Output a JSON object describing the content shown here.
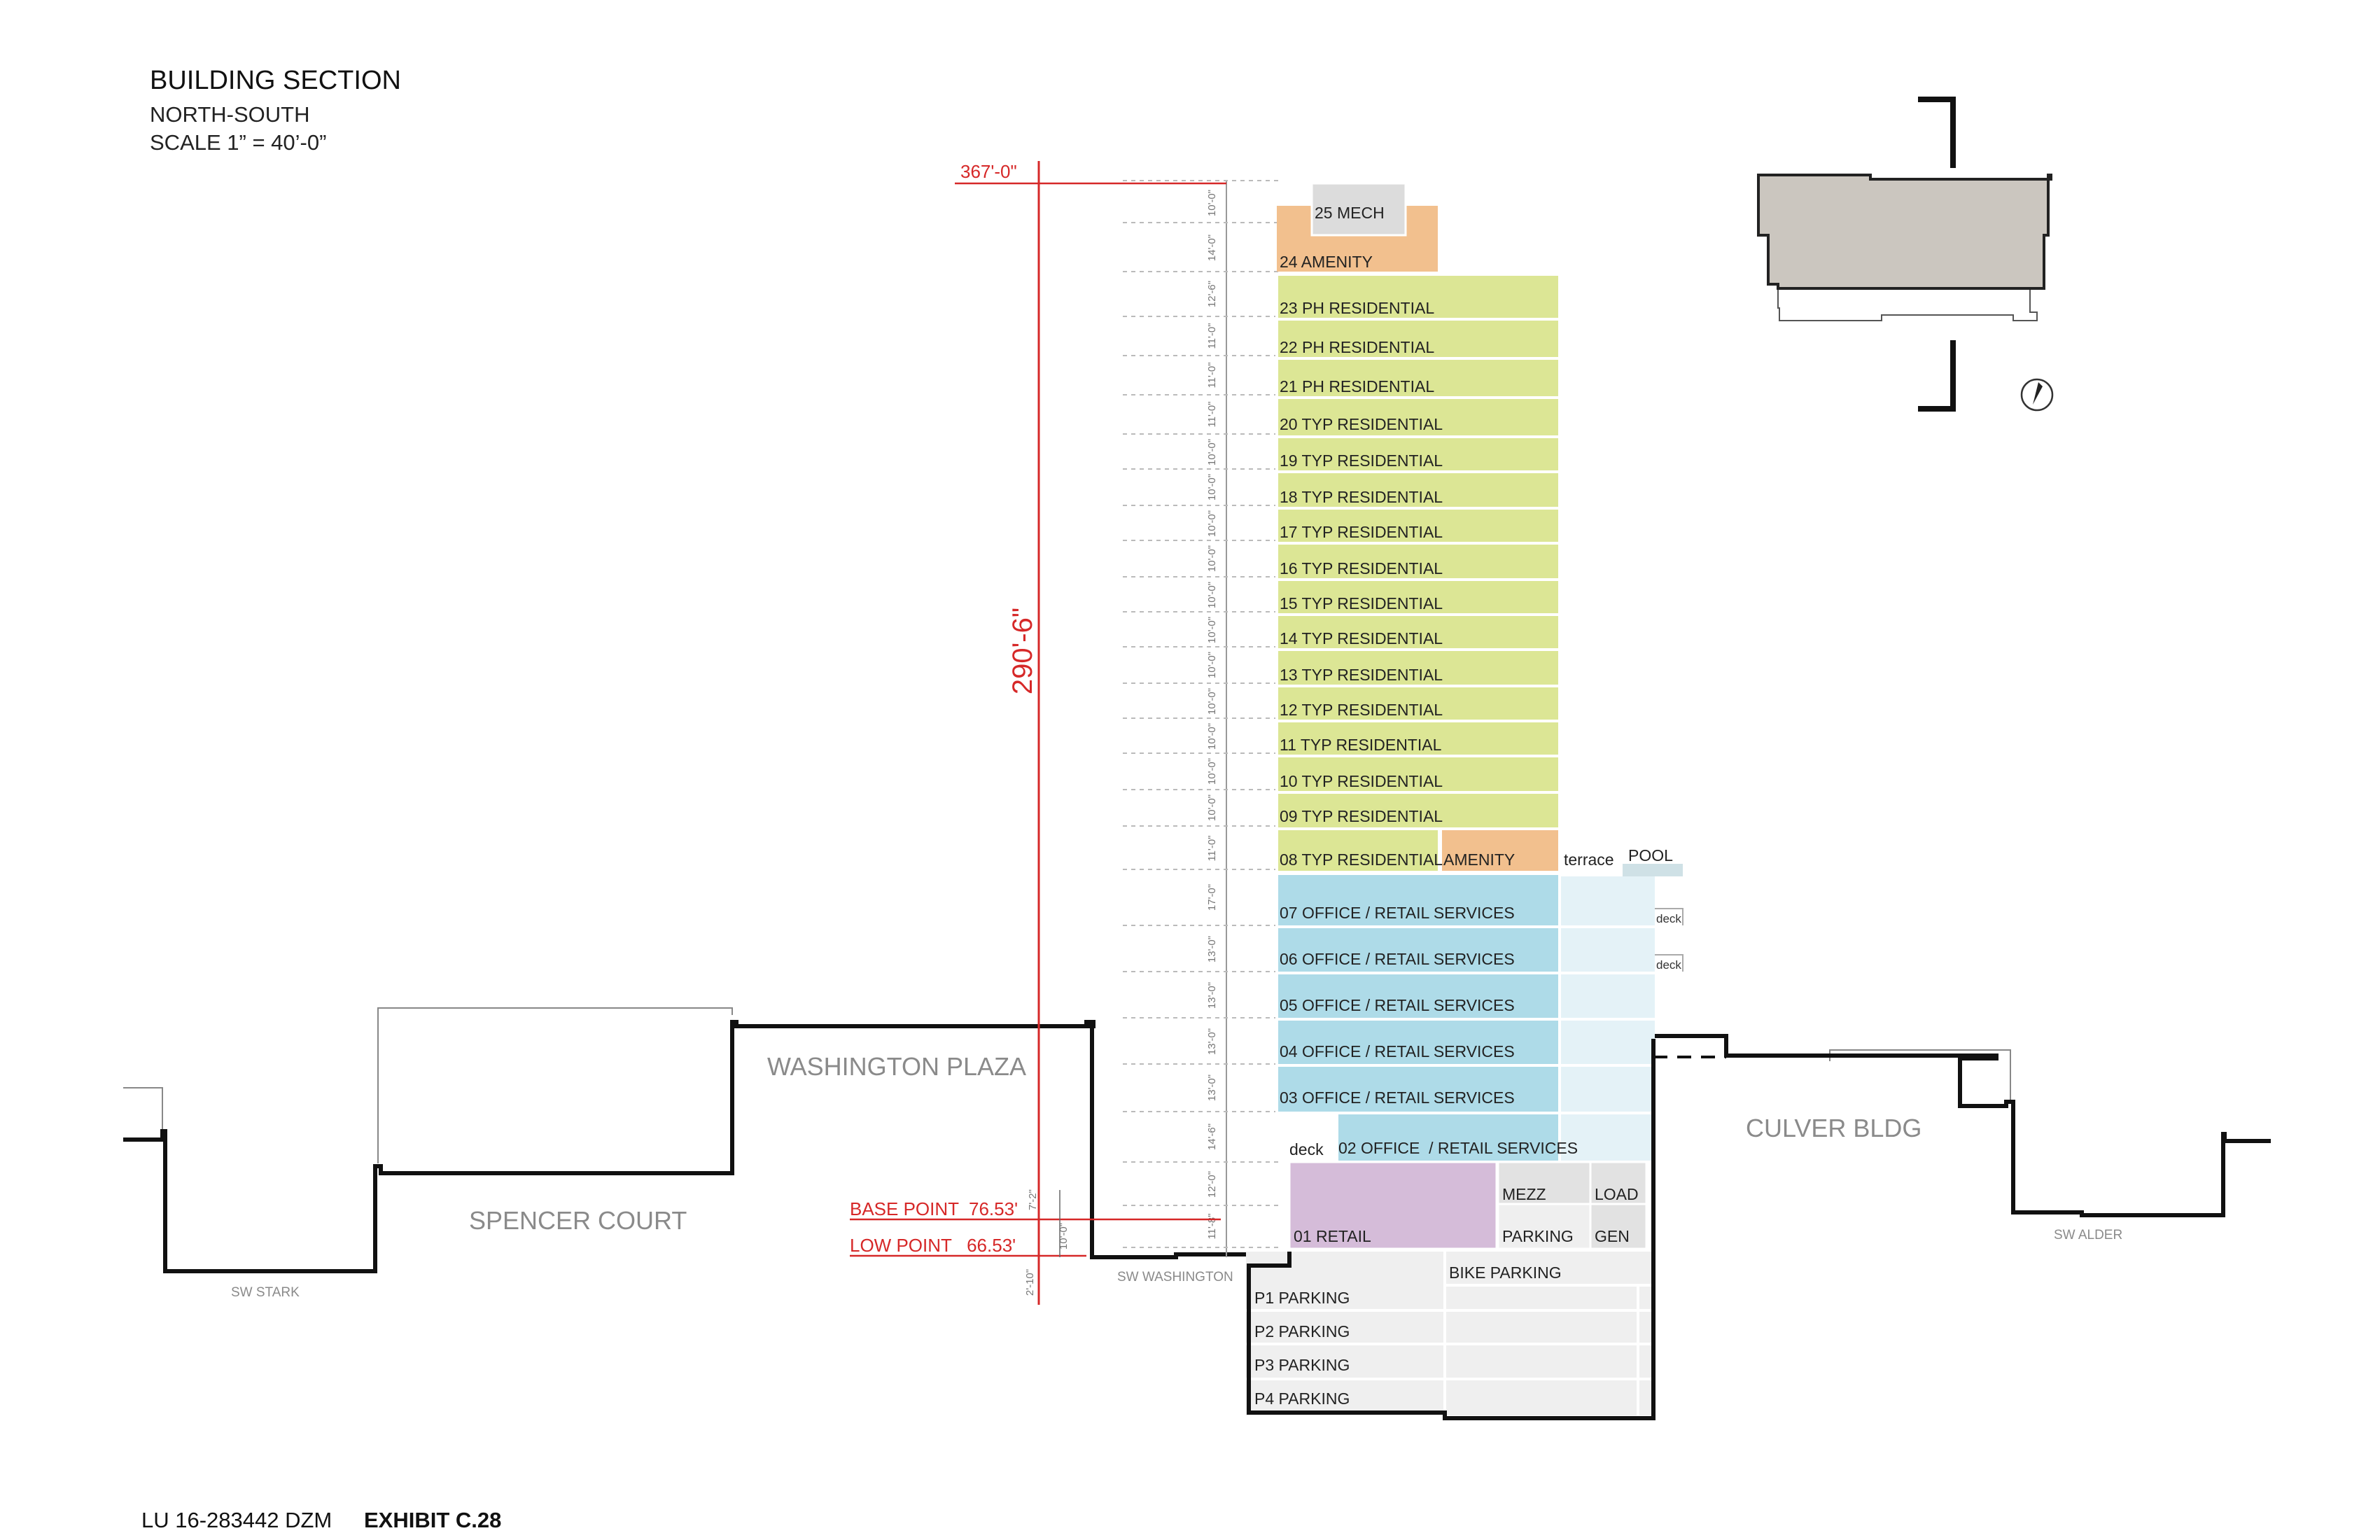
{
  "header": {
    "title": "BUILDING SECTION",
    "subtitle": "NORTH-SOUTH",
    "scale": "SCALE 1” =  40’-0”"
  },
  "footer": {
    "case_number": "LU 16-283442 DZM",
    "exhibit": "EXHIBIT C.28"
  },
  "colors": {
    "residential": "#dce695",
    "amenity": "#f2c08e",
    "office": "#aedbe8",
    "terrace": "#e4f2f7",
    "retail": "#d5bcd9",
    "service": "#e2e2e2",
    "parking": "#efefef",
    "mech": "#dcdcdc",
    "dimension_red": "#d62828",
    "neighbor_fill": "#cbc6bf"
  },
  "dimensions": {
    "top_elevation": "367'-0\"",
    "overall_height": "290'-6\"",
    "base_point": "BASE POINT  76.53'",
    "low_point": "LOW POINT   66.53'",
    "base_offset": "7'-2\"",
    "low_offset": "10'-0\"",
    "grade_offset": "2'-10\""
  },
  "floor_heights": [
    "10'-0\"",
    "14'-0\"",
    "12'-6\"",
    "11'-0\"",
    "11'-0\"",
    "11'-0\"",
    "10'-0\"",
    "10'-0\"",
    "10'-0\"",
    "10'-0\"",
    "10'-0\"",
    "10'-0\"",
    "10'-0\"",
    "10'-0\"",
    "10'-0\"",
    "10'-0\"",
    "10'-0\"",
    "11'-0\"",
    "17'-0\"",
    "13'-0\"",
    "13'-0\"",
    "13'-0\"",
    "13'-0\"",
    "14'-6\"",
    "12'-0\"",
    "11'-8\""
  ],
  "floors": [
    {
      "label": "25 MECH",
      "use": "mech"
    },
    {
      "label": "24 AMENITY",
      "use": "amenity"
    },
    {
      "label": "23 PH RESIDENTIAL",
      "use": "residential"
    },
    {
      "label": "22 PH RESIDENTIAL",
      "use": "residential"
    },
    {
      "label": "21 PH RESIDENTIAL",
      "use": "residential"
    },
    {
      "label": "20 TYP RESIDENTIAL",
      "use": "residential"
    },
    {
      "label": "19 TYP RESIDENTIAL",
      "use": "residential"
    },
    {
      "label": "18 TYP RESIDENTIAL",
      "use": "residential"
    },
    {
      "label": "17 TYP RESIDENTIAL",
      "use": "residential"
    },
    {
      "label": "16 TYP RESIDENTIAL",
      "use": "residential"
    },
    {
      "label": "15 TYP RESIDENTIAL",
      "use": "residential"
    },
    {
      "label": "14 TYP RESIDENTIAL",
      "use": "residential"
    },
    {
      "label": "13 TYP RESIDENTIAL",
      "use": "residential"
    },
    {
      "label": "12 TYP RESIDENTIAL",
      "use": "residential"
    },
    {
      "label": "11 TYP RESIDENTIAL",
      "use": "residential"
    },
    {
      "label": "10 TYP RESIDENTIAL",
      "use": "residential"
    },
    {
      "label": "09 TYP RESIDENTIAL",
      "use": "residential"
    },
    {
      "label": "08 TYP RESIDENTIAL",
      "use": "residential"
    },
    {
      "label": "07 OFFICE / RETAIL SERVICES",
      "use": "office"
    },
    {
      "label": "06 OFFICE / RETAIL SERVICES",
      "use": "office"
    },
    {
      "label": "05 OFFICE / RETAIL SERVICES",
      "use": "office"
    },
    {
      "label": "04 OFFICE / RETAIL SERVICES",
      "use": "office"
    },
    {
      "label": "03 OFFICE / RETAIL SERVICES",
      "use": "office"
    },
    {
      "label": "02 OFFICE  / RETAIL SERVICES",
      "use": "office"
    },
    {
      "label": "01 RETAIL",
      "use": "retail"
    }
  ],
  "spaces": {
    "amenity_08": "AMENITY",
    "terrace": "terrace",
    "pool": "POOL",
    "deck_07": "deck",
    "deck_06": "deck",
    "deck_02": "deck",
    "mezz": "MEZZ",
    "load": "LOAD",
    "parking_01": "PARKING",
    "gen": "GEN",
    "bike_parking": "BIKE PARKING"
  },
  "parking_levels": [
    "P1 PARKING",
    "P2 PARKING",
    "P3 PARKING",
    "P4 PARKING"
  ],
  "context": {
    "washington_plaza": "WASHINGTON PLAZA",
    "spencer_court": "SPENCER COURT",
    "culver_bldg": "CULVER BLDG",
    "sw_stark": "SW STARK",
    "sw_washington": "SW WASHINGTON",
    "sw_alder": "SW ALDER"
  }
}
